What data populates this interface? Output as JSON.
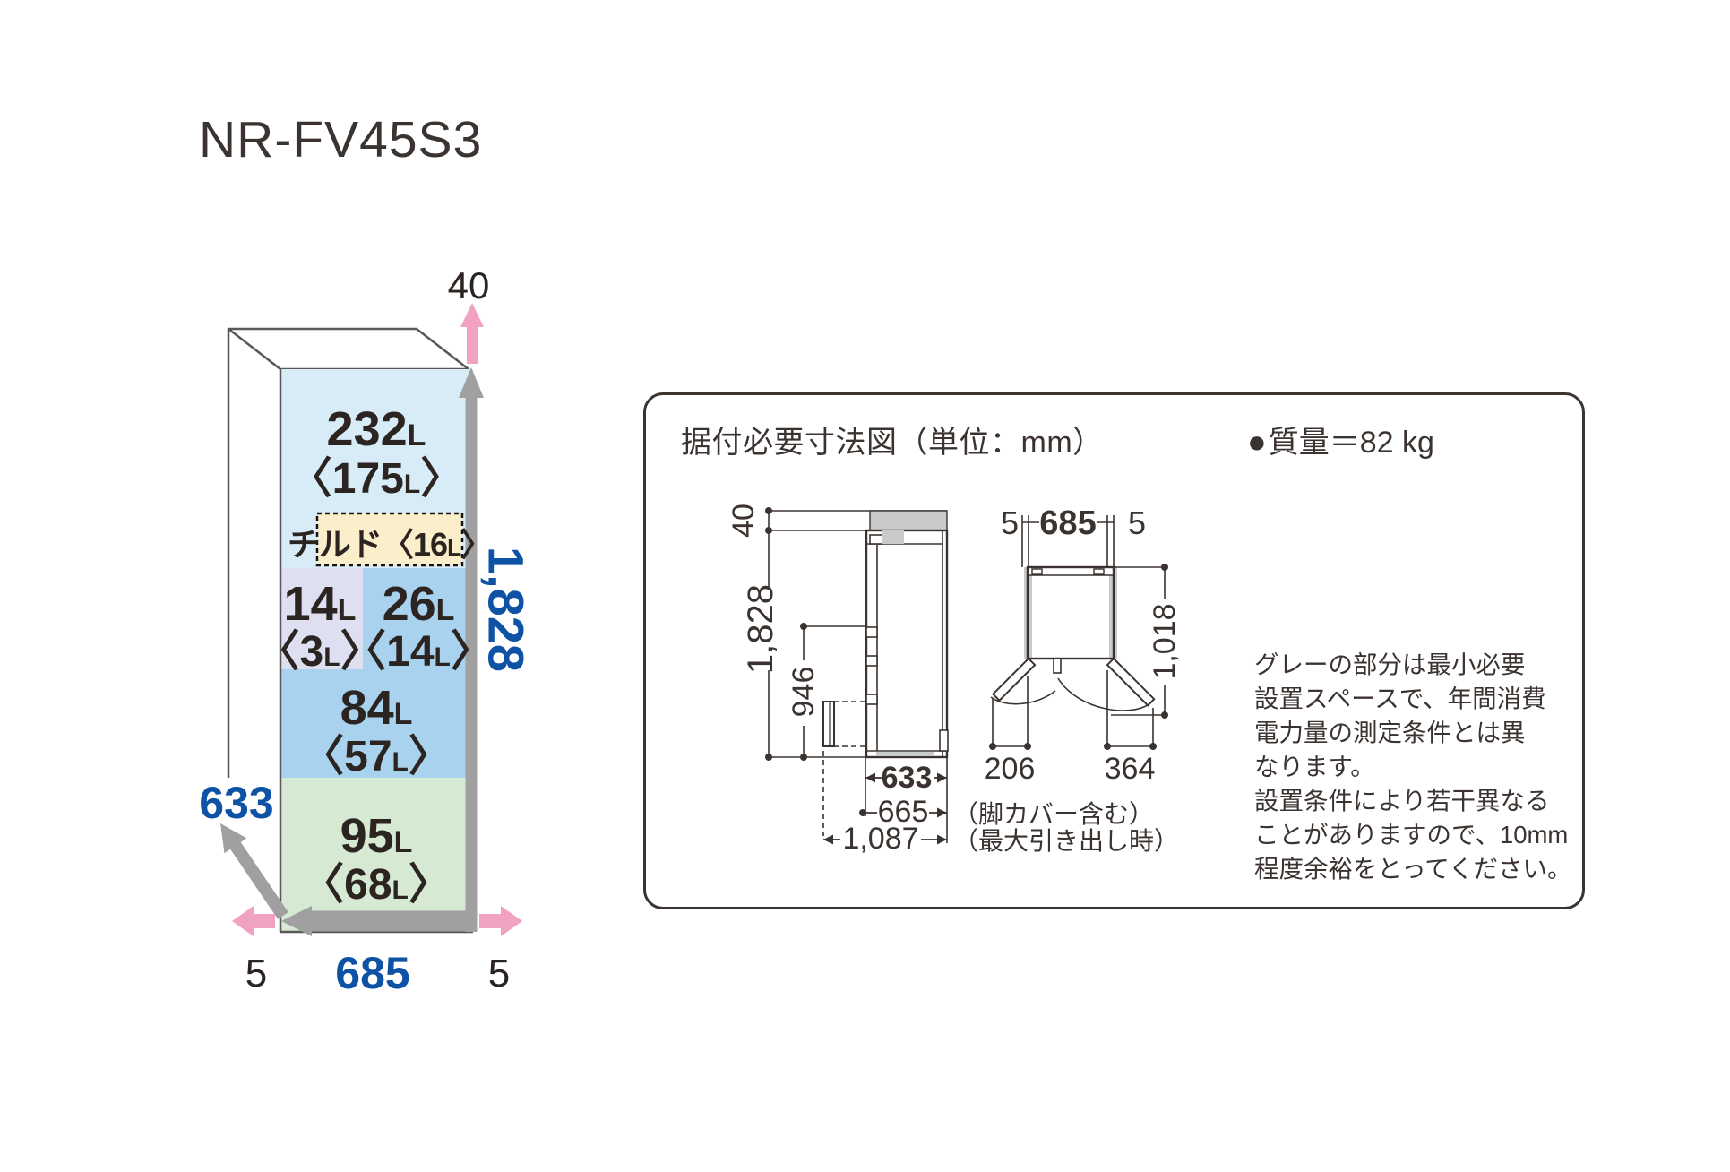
{
  "title": "NR-FV45S3",
  "glyphs": {
    "angle_open": "〈",
    "angle_close": "〉",
    "bullet": "●"
  },
  "colors": {
    "accent_blue": "#0d52a5",
    "pink_arrow": "#f1a2c2",
    "gray_arrow": "#a0a0a1",
    "section_fridge": "#d8ecf8",
    "section_chilled": "#fbeecb",
    "section_ice": "#dee0f1",
    "section_freezer": "#a9d2ef",
    "section_vegetable": "#d6e9d2",
    "shade_gray": "#c9caca",
    "text_dark": "#3b3330"
  },
  "capacity": {
    "top_clearance": "40",
    "height": "1,828",
    "depth": "633",
    "width": "685",
    "side_clearance_left": "5",
    "side_clearance_right": "5",
    "sections": {
      "fridge": {
        "value": "232",
        "unit": "L",
        "sub_value": "175",
        "sub_unit": "L"
      },
      "chilled": {
        "label": "チルド",
        "sub_value": "16",
        "sub_unit": "L"
      },
      "ice": {
        "value": "14",
        "unit": "L",
        "sub_value": "3",
        "sub_unit": "L"
      },
      "upper_freezer": {
        "value": "26",
        "unit": "L",
        "sub_value": "14",
        "sub_unit": "L"
      },
      "freezer": {
        "value": "84",
        "unit": "L",
        "sub_value": "57",
        "sub_unit": "L"
      },
      "vegetable": {
        "value": "95",
        "unit": "L",
        "sub_value": "68",
        "sub_unit": "L"
      }
    }
  },
  "panel": {
    "header": "据付必要寸法図（単位：mm）",
    "weight": "質量＝82 kg",
    "side_view": {
      "top_clearance": "40",
      "height": "1,828",
      "drawer_height": "946",
      "depth": "633",
      "depth_with_cover": "665",
      "depth_drawer_open": "1,087",
      "note_cover": "（脚カバー含む）",
      "note_drawer": "（最大引き出し時）"
    },
    "top_view": {
      "left_clearance": "5",
      "width": "685",
      "right_clearance": "5",
      "depth_door_open": "1,018",
      "left_door_swing": "206",
      "right_door_swing": "364"
    },
    "note_lines": [
      "グレーの部分は最小必要",
      "設置スペースで、年間消費",
      "電力量の測定条件とは異",
      "なります。",
      "設置条件により若干異なる",
      "ことがありますので、10mm",
      "程度余裕をとってください。"
    ]
  }
}
